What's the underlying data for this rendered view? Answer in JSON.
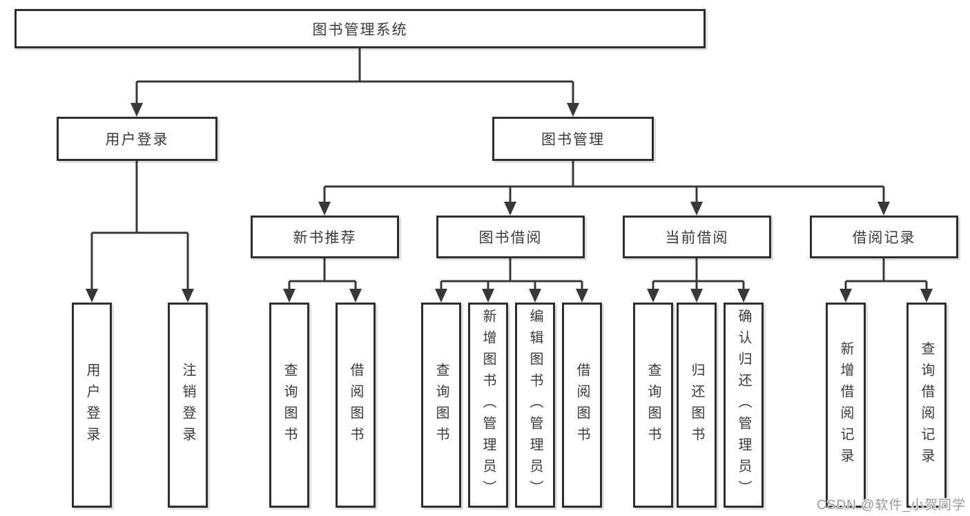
{
  "tree": {
    "root": {
      "label": "图书管理系统"
    },
    "branches": [
      {
        "label": "用户登录",
        "leaves": [
          "用户登录",
          "注销登录"
        ]
      },
      {
        "label": "图书管理",
        "groups": [
          {
            "label": "新书推荐",
            "leaves": [
              "查询图书",
              "借阅图书"
            ]
          },
          {
            "label": "图书借阅",
            "leaves": [
              "查询图书",
              "新增图书（管理员）",
              "编辑图书（管理员）",
              "借阅图书"
            ]
          },
          {
            "label": "当前借阅",
            "leaves": [
              "查询图书",
              "归还图书",
              "确认归还（管理员）"
            ]
          },
          {
            "label": "借阅记录",
            "leaves": [
              "新增借阅记录",
              "查询借阅记录"
            ]
          }
        ]
      }
    ]
  },
  "watermark": {
    "text": "CSDN @软件_小贺同学"
  },
  "colors": {
    "background": "#ffffff",
    "box_fill": "#ffffff",
    "box_border": "#2e2e2e",
    "line": "#383838",
    "text": "#3a3a3a",
    "watermark": "#979797"
  }
}
